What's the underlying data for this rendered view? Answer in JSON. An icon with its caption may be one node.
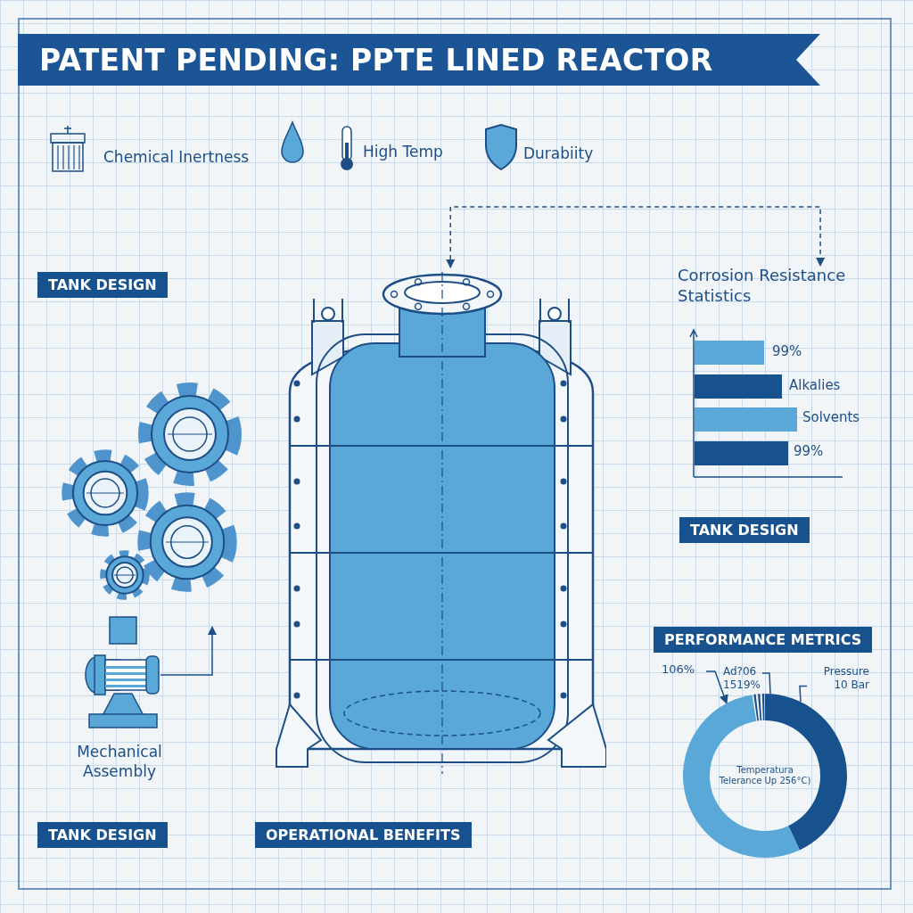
{
  "diagram": {
    "title": "PATENT PENDING: PPTE LINED REACTOR",
    "nodes": [
      {
        "text": [],
        "shape": "picture"
      },
      {
        "text": [
          "Corrosion Resistance Statistics"
        ]
      },
      {
        "text": [],
        "shape": "picture",
        "beside": [
          "Mechanical Assembly"
        ]
      },
      {
        "text": [
          "106%"
        ]
      },
      {
        "text": [
          "Ad?06 1519%"
        ]
      },
      {
        "text": [
          "Pressure 10 Bar"
        ]
      },
      {
        "text": [
          "Temperatura Telerance Up 256°C)"
        ]
      }
    ],
    "edges": [
      {
        "from": 0,
        "to": 1,
        "arrow": "both",
        "style": "dashed"
      },
      {
        "from": 2,
        "to": null,
        "arrow": "to"
      },
      {
        "from": 3,
        "to": 6,
        "arrow": "to"
      },
      {
        "from": 4,
        "to": 6,
        "arrow": "none"
      },
      {
        "from": 5,
        "to": 6,
        "arrow": "none"
      }
    ],
    "labels": [
      "Chemical Inertness",
      "High Temp",
      "Durabiity",
      "TANK DESIGN",
      "99%",
      "Alkalies",
      "Solvents",
      "99%",
      "TANK DESIGN",
      "PERFORMANCE METRICS",
      "TANK DESIGN",
      "OPERATIONAL BENEFITS"
    ]
  }
}
